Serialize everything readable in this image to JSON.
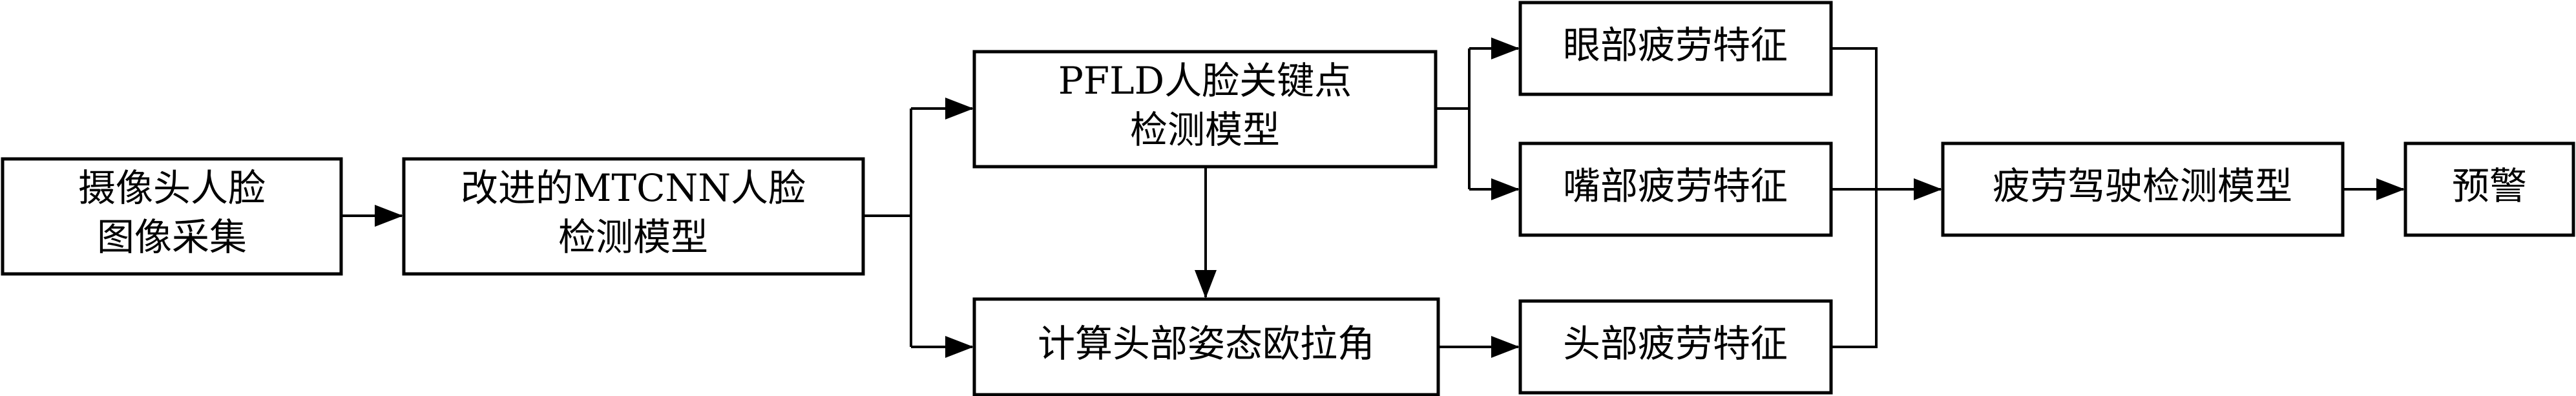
{
  "nodes": {
    "camera": [
      "摄像头人脸",
      "图像采集"
    ],
    "mtcnn": [
      "改进的MTCNN人脸",
      "检测模型"
    ],
    "pfld": [
      "PFLD人脸关键点",
      "检测模型"
    ],
    "euler": [
      "计算头部姿态欧拉角"
    ],
    "eye": [
      "眼部疲劳特征"
    ],
    "mouth": [
      "嘴部疲劳特征"
    ],
    "head": [
      "头部疲劳特征"
    ],
    "fatigue_model": [
      "疲劳驾驶检测模型"
    ],
    "warning": [
      "预警"
    ]
  }
}
